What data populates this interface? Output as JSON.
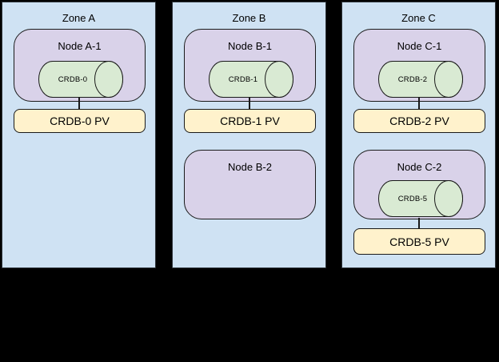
{
  "diagram": {
    "background": "#000000",
    "colors": {
      "zone_fill": "#cfe2f3",
      "node_fill": "#d9d2e9",
      "cylinder_fill": "#d9ead3",
      "pv_fill": "#fff2cc",
      "border": "#1a1a1a"
    },
    "zones": [
      {
        "label": "Zone A",
        "nodes": [
          {
            "label": "Node A-1",
            "pod": "CRDB-0",
            "pv": "CRDB-0 PV"
          }
        ]
      },
      {
        "label": "Zone B",
        "nodes": [
          {
            "label": "Node B-1",
            "pod": "CRDB-1",
            "pv": "CRDB-1 PV"
          },
          {
            "label": "Node B-2"
          }
        ]
      },
      {
        "label": "Zone C",
        "nodes": [
          {
            "label": "Node C-1",
            "pod": "CRDB-2",
            "pv": "CRDB-2 PV"
          },
          {
            "label": "Node C-2",
            "pod": "CRDB-5",
            "pv": "CRDB-5 PV"
          }
        ]
      }
    ]
  }
}
